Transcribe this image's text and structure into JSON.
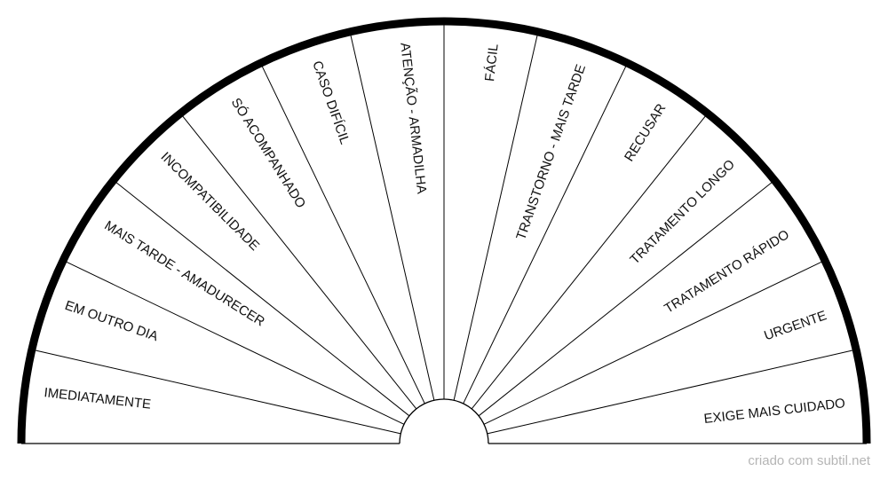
{
  "chart_data": {
    "type": "pie",
    "layout": "semicircle",
    "categories": [
      "IMEDIATAMENTE",
      "EM OUTRO DIA",
      "MAIS TARDE - AMADURECER",
      "INCOMPATIBILIDADE",
      "SÓ ACOMPANHADO",
      "CASO DIFÍCIL",
      "ATENÇÃO - ARMADILHA",
      "FÁCIL",
      "TRANSTORNO - MAIS TARDE",
      "RECUSAR",
      "TRATAMENTO LONGO",
      "TRATAMENTO RÁPIDO",
      "URGENTE",
      "EXIGE MAIS CUIDADO"
    ],
    "values": [
      1,
      1,
      1,
      1,
      1,
      1,
      1,
      1,
      1,
      1,
      1,
      1,
      1,
      1
    ]
  },
  "credit": "criado com subtil.net",
  "colors": {
    "outline": "#000000",
    "fill": "#ffffff",
    "credit": "#b5b5b5"
  }
}
